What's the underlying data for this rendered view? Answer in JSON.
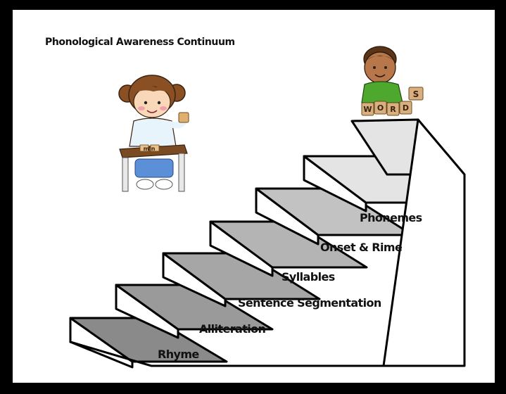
{
  "title": "Phonological Awareness Continuum",
  "steps": [
    {
      "label": "Rhyme"
    },
    {
      "label": "Alliteration"
    },
    {
      "label": "Sentence Segmentation"
    },
    {
      "label": "Syllables"
    },
    {
      "label": "Onset & Rime"
    },
    {
      "label": "Phonemes"
    }
  ],
  "figures": {
    "girl_tiles": "m n",
    "boy_tiles": [
      "W",
      "O",
      "R",
      "D"
    ],
    "boy_held_tile": "S"
  },
  "colors": {
    "frame": "#000000",
    "background": "#ffffff",
    "tread_shades": [
      "#8a8a8a",
      "#9a9a9a",
      "#a6a6a6",
      "#b4b4b4",
      "#c2c2c2",
      "#e4e4e4"
    ]
  }
}
